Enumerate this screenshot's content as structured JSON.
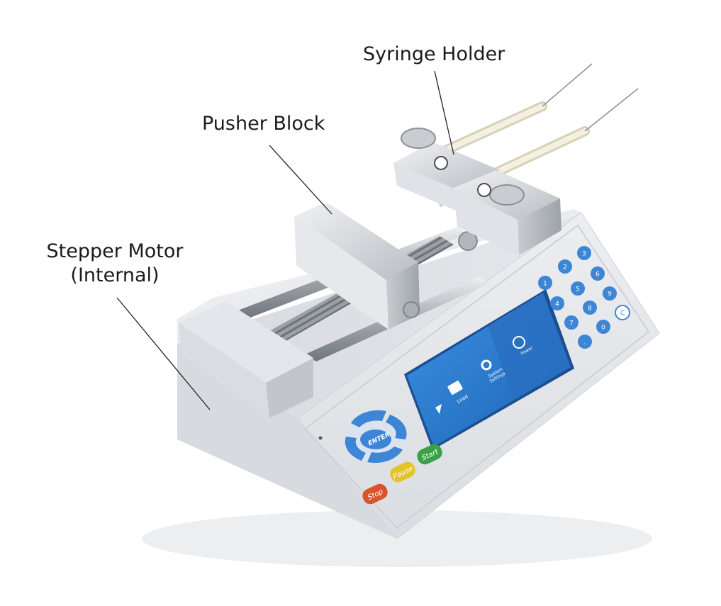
{
  "annotations": {
    "syringe_holder": "Syringe Holder",
    "pusher_block": "Pusher Block",
    "stepper_motor_line1": "Stepper Motor",
    "stepper_motor_line2": "(Internal)"
  },
  "touchscreen": {
    "load_label": "Load",
    "system_settings_line1": "System",
    "system_settings_line2": "Settings",
    "power_label": "Power"
  },
  "dpad": {
    "enter_label": "ENTER"
  },
  "control_buttons": {
    "stop": "Stop",
    "pause": "Pause",
    "start": "Start"
  },
  "keypad": {
    "keys": [
      "3",
      "2",
      "6",
      "1",
      "5",
      "9",
      "4",
      "8",
      "C",
      "7",
      "0",
      "."
    ]
  },
  "colors": {
    "screen_blue": "#2f7fd1",
    "key_blue": "#3d86d6",
    "stop_red": "#d9542c",
    "pause_yellow": "#e3c22a",
    "start_green": "#3aa043",
    "housing": "#e9ecef"
  }
}
